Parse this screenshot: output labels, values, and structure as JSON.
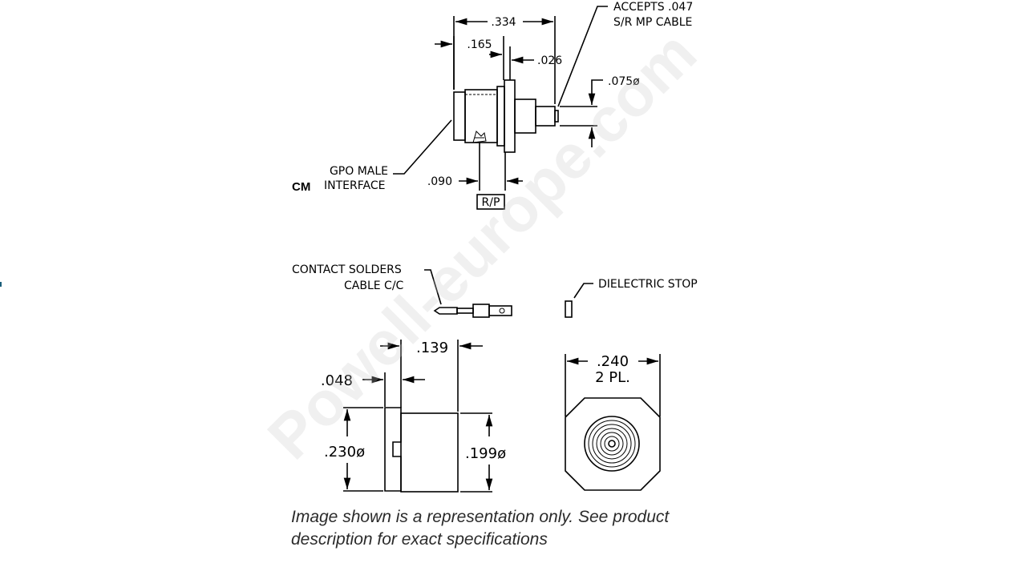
{
  "watermark": "Powell-europe.com",
  "top_view": {
    "series_code": "CM",
    "labels": {
      "interface_line1": "GPO MALE",
      "interface_line2": "INTERFACE",
      "cable_line1": "ACCEPTS .047",
      "cable_line2": "S/R MP CABLE",
      "rp_box": "R/P"
    },
    "dimensions": {
      "overall_length": ".334",
      "flange_position": ".165",
      "flange_thickness": ".026",
      "cable_diameter": ".075ø",
      "interface_depth": ".090"
    }
  },
  "parts": {
    "contact_line1": "CONTACT SOLDERS",
    "contact_line2": "CABLE C/C",
    "dielectric_stop": "DIELECTRIC STOP"
  },
  "flange_views": {
    "side_length": ".139",
    "slot_width": ".048",
    "flange_diameter": ".230ø",
    "body_diameter": ".199ø",
    "flange_width_line1": ".240",
    "flange_width_line2": "2 PL."
  },
  "caption": "Image shown is a representation only. See product description for exact specifications"
}
